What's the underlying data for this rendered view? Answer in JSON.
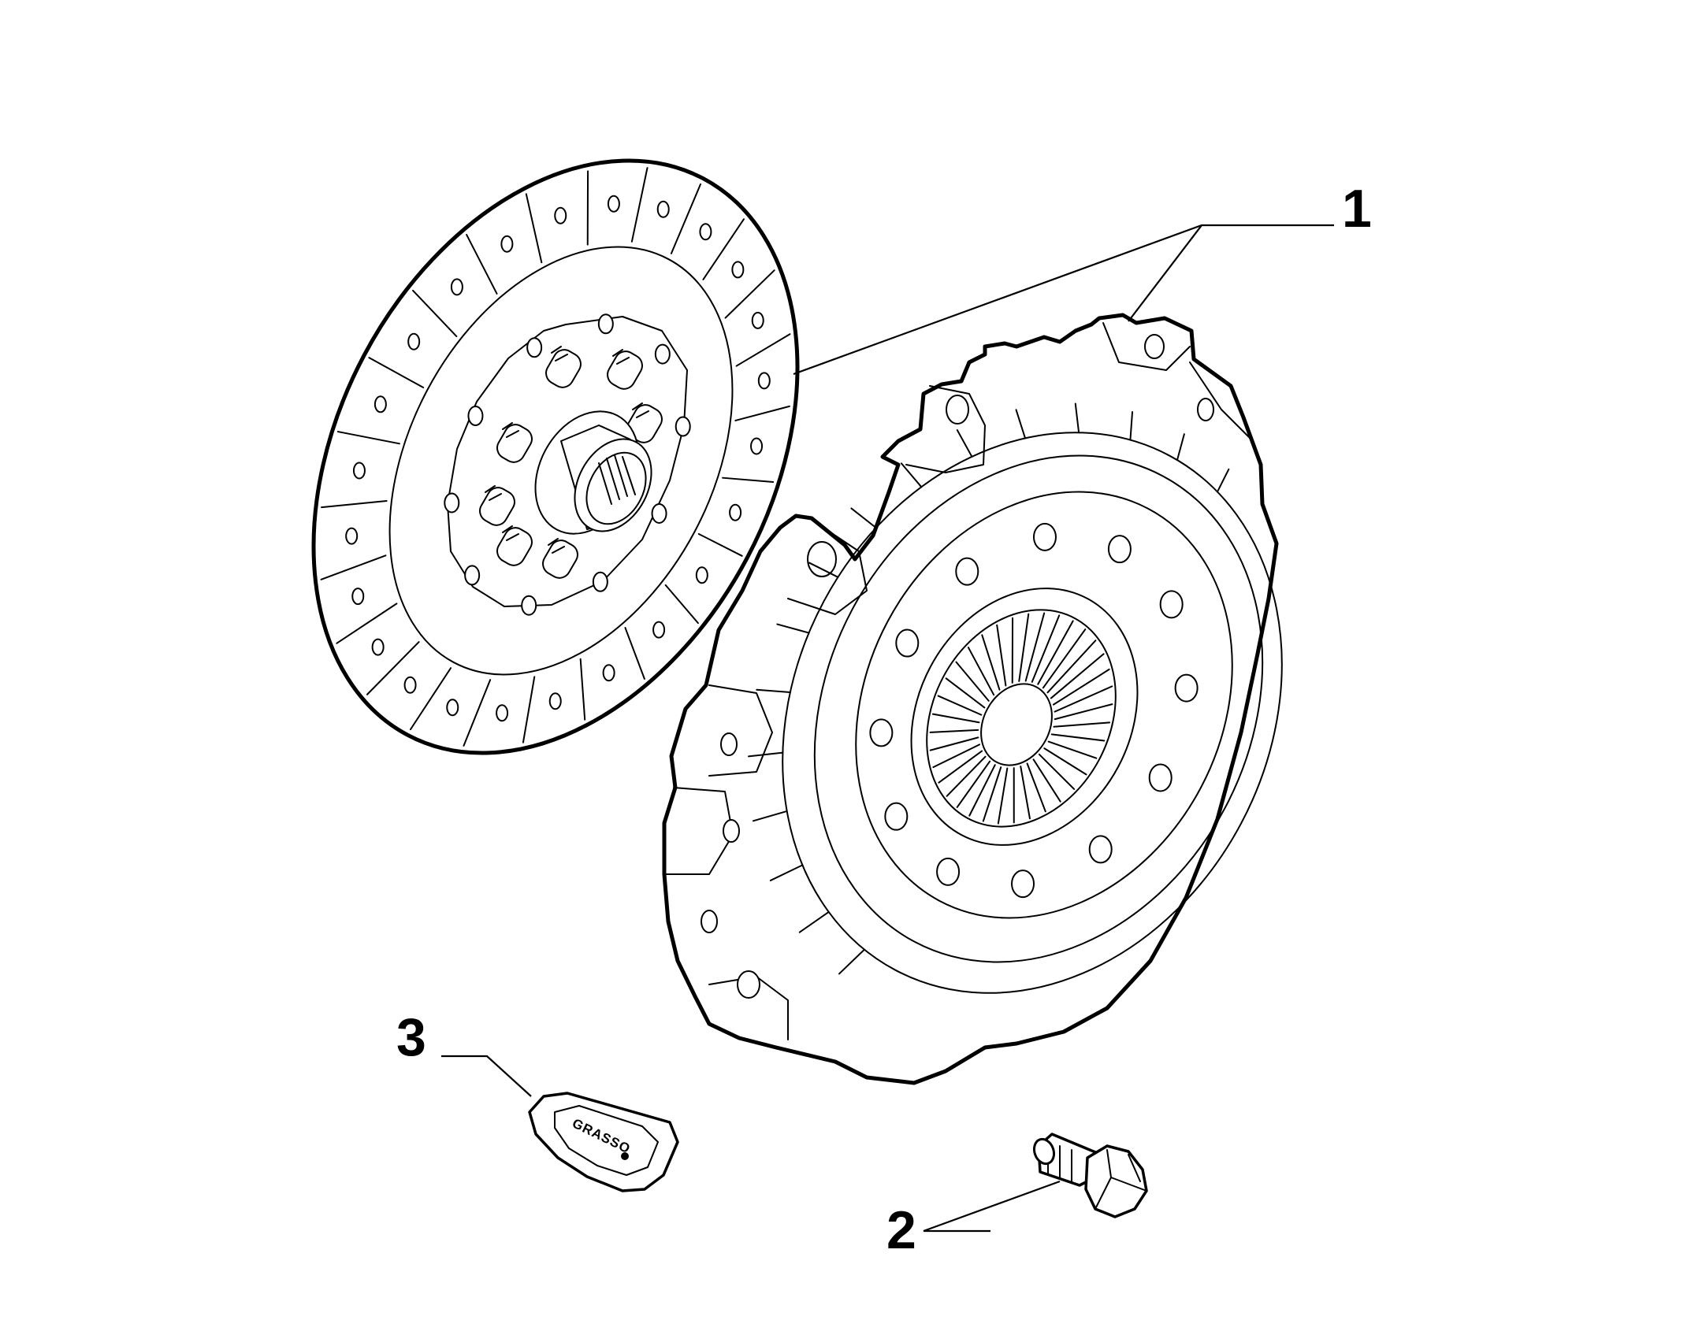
{
  "callouts": [
    {
      "id": "1",
      "label": "1"
    },
    {
      "id": "2",
      "label": "2"
    },
    {
      "id": "3",
      "label": "3"
    }
  ],
  "parts": {
    "grease_tube_text": "GRASSO"
  }
}
